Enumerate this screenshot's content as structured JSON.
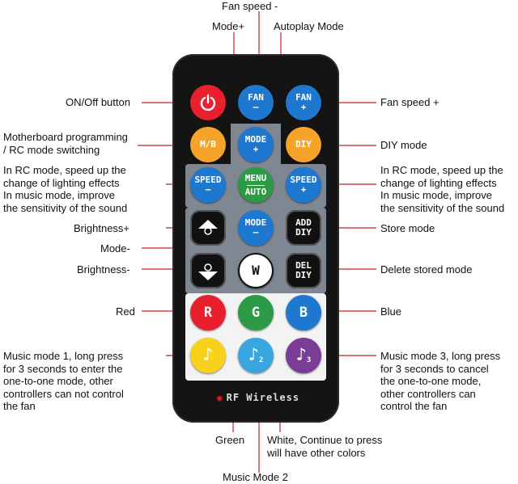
{
  "labels": {
    "fan_speed_minus": "Fan speed -",
    "mode_plus": "Mode+",
    "autoplay_mode": "Autoplay Mode",
    "on_off": "ON/Off button",
    "fan_speed_plus": "Fan speed +",
    "motherboard": "Motherboard programming\n/ RC mode switching",
    "diy_mode": "DIY mode",
    "rc_speed_left": "In RC mode, speed up the\nchange of lighting effects\nIn music mode, improve\nthe sensitivity of the sound",
    "rc_speed_right": "In RC mode, speed up the\nchange of lighting effects\nIn music mode, improve\nthe sensitivity of the sound",
    "brightness_plus": "Brightness+",
    "store_mode": "Store mode",
    "mode_minus": "Mode-",
    "brightness_minus": "Brightness-",
    "delete_stored": "Delete stored mode",
    "red": "Red",
    "blue": "Blue",
    "music1": "Music mode 1, long press\nfor 3 seconds to enter the\none-to-one mode, other\ncontrollers can not control\nthe fan",
    "music3": "Music mode 3, long press\nfor 3 seconds to cancel\nthe one-to-one mode,\nother controllers can\ncontrol the fan",
    "green": "Green",
    "white": "White, Continue to press\nwill have other colors",
    "music2": "Music Mode 2"
  },
  "buttons": {
    "fan_top": "FAN",
    "fan_minus": "–",
    "fan_plus": "+",
    "mode": "MODE",
    "mb": "M/B",
    "diy": "DIY",
    "speed": "SPEED",
    "menu": "MENU",
    "auto": "AUTO",
    "add": "ADD",
    "del": "DEL",
    "diy2": "DIY",
    "w": "W",
    "r": "R",
    "g": "G",
    "b": "B",
    "n2": "2",
    "n3": "3"
  },
  "footer": "RF Wireless",
  "colors": {
    "red": "#e8202e",
    "blue": "#1e78d0",
    "orange": "#f6a32a",
    "green": "#2d9a46",
    "purple": "#7b3c96",
    "yellow": "#f7d11a",
    "lightblue": "#39a6e0",
    "panel": "#7f8892"
  }
}
